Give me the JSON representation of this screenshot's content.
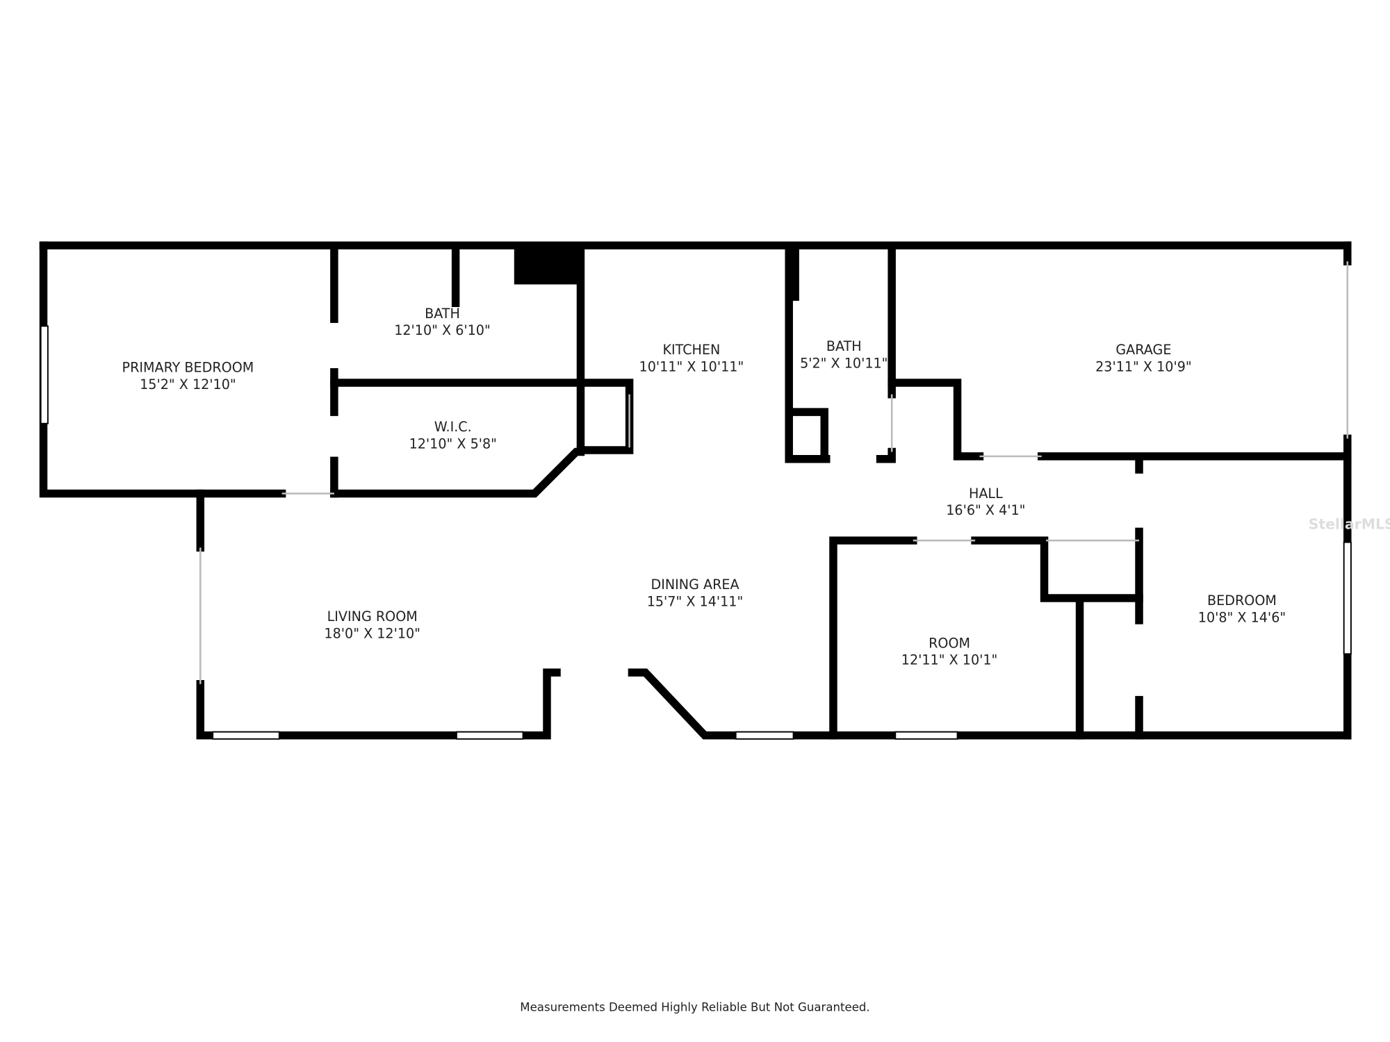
{
  "rooms": [
    {
      "name": "PRIMARY BEDROOM",
      "size": "15'2\" X 12'10\""
    },
    {
      "name": "BATH",
      "size": "12'10\" X 6'10\""
    },
    {
      "name": "W.I.C.",
      "size": "12'10\" X 5'8\""
    },
    {
      "name": "KITCHEN",
      "size": "10'11\" X 10'11\""
    },
    {
      "name": "BATH",
      "size": "5'2\" X 10'11\""
    },
    {
      "name": "GARAGE",
      "size": "23'11\" X 10'9\""
    },
    {
      "name": "HALL",
      "size": "16'6\" X 4'1\""
    },
    {
      "name": "DINING AREA",
      "size": "15'7\" X 14'11\""
    },
    {
      "name": "LIVING ROOM",
      "size": "18'0\" X 12'10\""
    },
    {
      "name": "ROOM",
      "size": "12'11\" X 10'1\""
    },
    {
      "name": "BEDROOM",
      "size": "10'8\" X 14'6\""
    }
  ],
  "footer": "Measurements Deemed Highly Reliable But Not Guaranteed.",
  "watermark": "StellarMLS",
  "colors": {
    "wall": "#000000",
    "background": "#ffffff"
  }
}
